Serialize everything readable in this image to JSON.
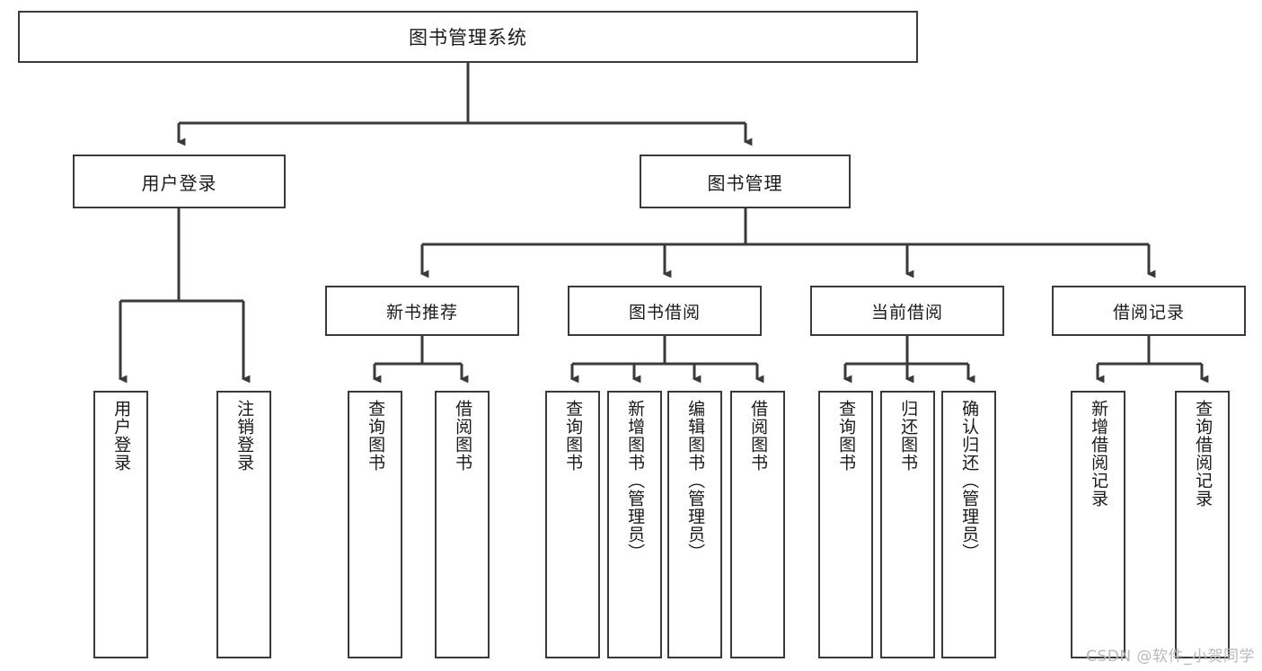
{
  "diagram": {
    "title": "图书管理系统",
    "watermark": "CSDN @软件_小贺同学",
    "line_color": "#3a3a3a",
    "text_color": "#1a1a1a",
    "background": "#ffffff",
    "nodes": {
      "root": {
        "label": "图书管理系统"
      },
      "level2": [
        {
          "label": "用户登录"
        },
        {
          "label": "图书管理"
        }
      ],
      "level3": [
        {
          "label": "新书推荐"
        },
        {
          "label": "图书借阅"
        },
        {
          "label": "当前借阅"
        },
        {
          "label": "借阅记录"
        }
      ],
      "leaves": [
        {
          "label": "用户登录",
          "parent": "用户登录"
        },
        {
          "label": "注销登录",
          "parent": "用户登录"
        },
        {
          "label": "查询图书",
          "parent": "新书推荐"
        },
        {
          "label": "借阅图书",
          "parent": "新书推荐"
        },
        {
          "label": "查询图书",
          "parent": "图书借阅"
        },
        {
          "label": "新增图书（管理员）",
          "parent": "图书借阅"
        },
        {
          "label": "编辑图书（管理员）",
          "parent": "图书借阅"
        },
        {
          "label": "借阅图书",
          "parent": "图书借阅"
        },
        {
          "label": "查询图书",
          "parent": "当前借阅"
        },
        {
          "label": "归还图书",
          "parent": "当前借阅"
        },
        {
          "label": "确认归还（管理员）",
          "parent": "当前借阅"
        },
        {
          "label": "新增借阅记录",
          "parent": "借阅记录"
        },
        {
          "label": "查询借阅记录",
          "parent": "借阅记录"
        }
      ]
    }
  }
}
